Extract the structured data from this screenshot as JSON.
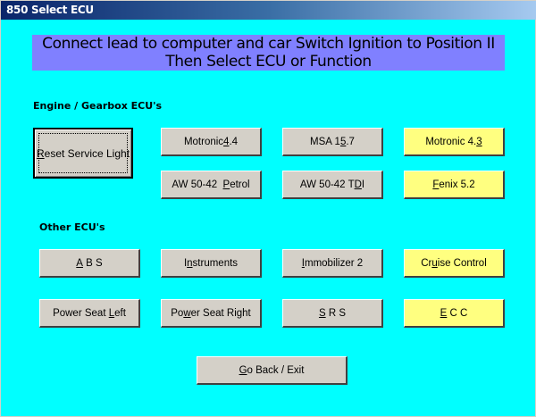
{
  "window": {
    "title": "850 Select ECU"
  },
  "banner": {
    "line1": "Connect lead to computer and car Switch Ignition to Position II",
    "line2": "Then Select ECU or Function"
  },
  "sections": {
    "engine": "Engine / Gearbox ECU's",
    "other": "Other ECU's"
  },
  "colors": {
    "background": "#00ffff",
    "banner": "#8080ff",
    "button": "#d4d0c8",
    "highlight_button": "#ffff80"
  },
  "buttons": {
    "reset": {
      "pre": "",
      "key": "R",
      "post": "eset Service Light"
    },
    "motronic44": {
      "pre": "Motronic ",
      "key": "4",
      "post": ".4"
    },
    "msa157": {
      "pre": "MSA 1",
      "key": "5",
      "post": ".7"
    },
    "motronic43": {
      "pre": "Motronic 4.",
      "key": "3",
      "post": ""
    },
    "aw_petrol": {
      "pre": "AW 50-42  ",
      "key": "P",
      "post": "etrol"
    },
    "aw_tdi": {
      "pre": "AW 50-42 T",
      "key": "D",
      "post": "I"
    },
    "fenix": {
      "pre": "",
      "key": "F",
      "post": "enix 5.2"
    },
    "abs": {
      "pre": "",
      "key": "A",
      "post": " B S"
    },
    "instruments": {
      "pre": "I",
      "key": "n",
      "post": "struments"
    },
    "immobilizer": {
      "pre": "",
      "key": "I",
      "post": "mmobilizer 2"
    },
    "cruise": {
      "pre": "Cr",
      "key": "u",
      "post": "ise Control"
    },
    "seat_left": {
      "pre": "Power Seat ",
      "key": "L",
      "post": "eft"
    },
    "seat_right": {
      "pre": "Po",
      "key": "w",
      "post": "er Seat Right"
    },
    "srs": {
      "pre": "",
      "key": "S",
      "post": " R S"
    },
    "ecc": {
      "pre": "",
      "key": "E",
      "post": " C C"
    },
    "exit": {
      "pre": "",
      "key": "G",
      "post": "o Back / Exit"
    }
  }
}
